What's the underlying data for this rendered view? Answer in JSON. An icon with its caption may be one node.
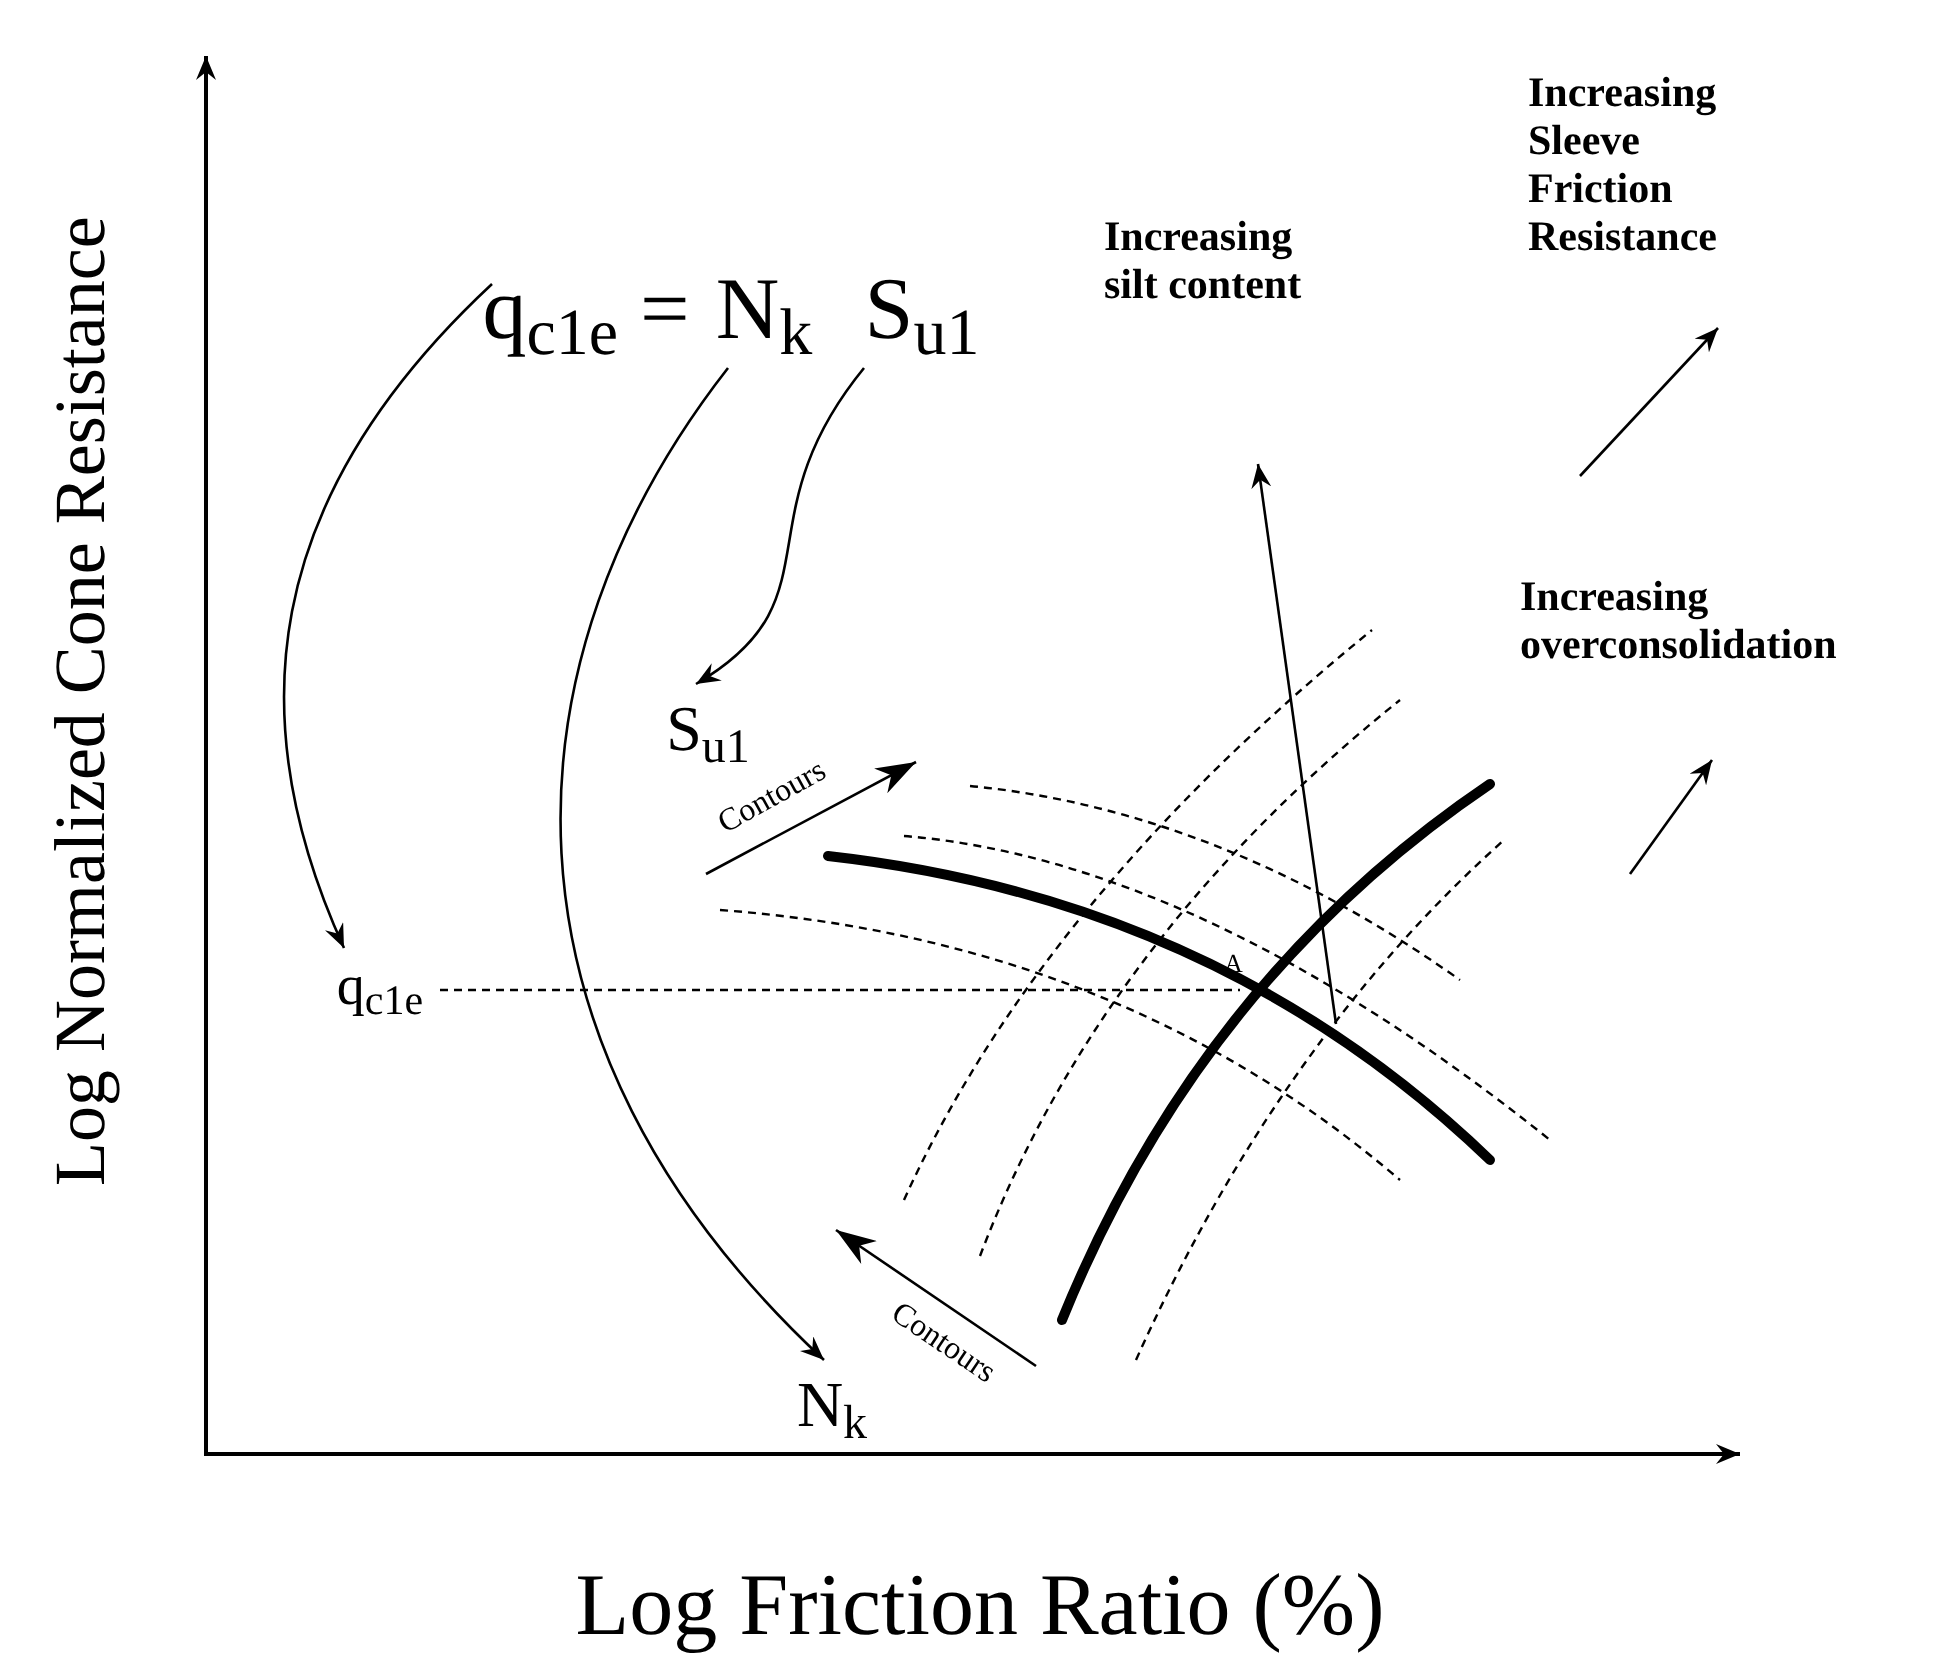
{
  "diagram": {
    "nodes": [
      {
        "text": [
          "q$_{c1e}$ ="
        ]
      },
      {
        "text": [
          "N$_{k}$"
        ]
      },
      {
        "text": [
          "S$_{u1}$"
        ]
      },
      {
        "text": [
          "S$_{u1}$"
        ]
      },
      {
        "text": [
          "q$_{c1e}$"
        ]
      },
      {
        "text": [
          "N$_{k}$"
        ]
      }
    ],
    "edges": [
      {
        "from": 0,
        "to": 4,
        "arrow": "to"
      },
      {
        "from": 1,
        "to": 5,
        "arrow": "to"
      },
      {
        "from": 2,
        "to": 3,
        "arrow": "to"
      }
    ],
    "labels": [
      "Increasing Sleeve Friction Resistance",
      "Increasing silt content",
      "Increasing overconsolidation",
      "Contours",
      "A",
      "Contours",
      "Log Normalized Cone Resistance",
      "Log Friction Ratio (%)"
    ]
  }
}
